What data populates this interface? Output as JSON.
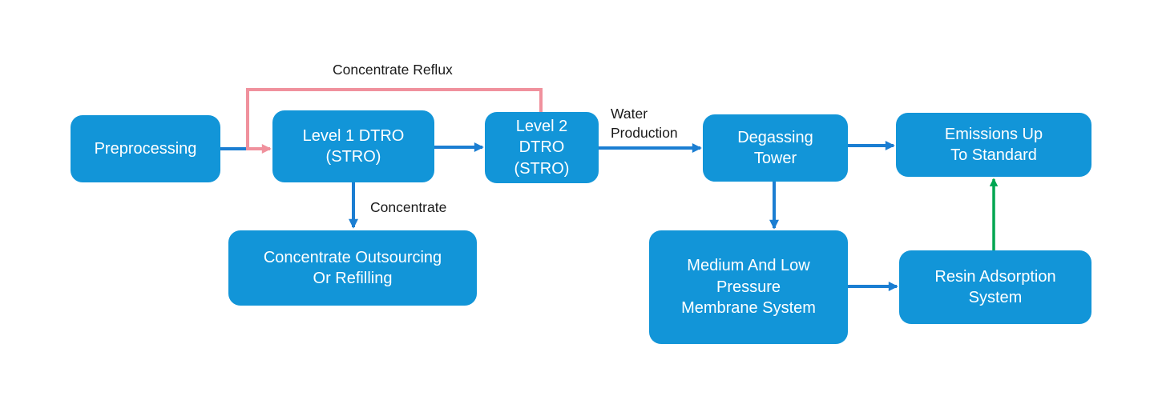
{
  "diagram": {
    "type": "flowchart",
    "colors": {
      "box_fill": "#1295d8",
      "box_text": "#ffffff",
      "arrow_blue": "#1b7ed2",
      "arrow_pink": "#f0919d",
      "arrow_green": "#00a651",
      "label_text": "#1a1a1a",
      "background": "#ffffff"
    },
    "nodes": [
      {
        "id": "preprocessing",
        "label": "Preprocessing"
      },
      {
        "id": "level1-dtro",
        "label": "Level 1 DTRO\n(STRO)"
      },
      {
        "id": "level2-dtro",
        "label": "Level 2\nDTRO\n(STRO)"
      },
      {
        "id": "degassing-tower",
        "label": "Degassing\nTower"
      },
      {
        "id": "emissions-up-to-standard",
        "label": "Emissions Up\nTo Standard"
      },
      {
        "id": "concentrate-outsourcing",
        "label": "Concentrate Outsourcing\nOr Refilling"
      },
      {
        "id": "membrane-system",
        "label": "Medium And Low\nPressure\nMembrane System"
      },
      {
        "id": "resin-adsorption",
        "label": "Resin Adsorption\nSystem"
      }
    ],
    "edge_labels": [
      {
        "id": "concentrate-reflux",
        "text": "Concentrate Reflux"
      },
      {
        "id": "concentrate",
        "text": "Concentrate"
      },
      {
        "id": "water-production",
        "text": "Water\nProduction"
      }
    ],
    "edges": [
      {
        "from": "preprocessing",
        "to": "level1-dtro",
        "color": "blue"
      },
      {
        "from": "level2-dtro",
        "to": "level1-dtro",
        "color": "pink",
        "label": "Concentrate Reflux"
      },
      {
        "from": "level1-dtro",
        "to": "level2-dtro",
        "color": "blue"
      },
      {
        "from": "level1-dtro",
        "to": "concentrate-outsourcing",
        "color": "blue",
        "label": "Concentrate"
      },
      {
        "from": "level2-dtro",
        "to": "degassing-tower",
        "color": "blue",
        "label": "Water Production"
      },
      {
        "from": "degassing-tower",
        "to": "emissions-up-to-standard",
        "color": "blue"
      },
      {
        "from": "degassing-tower",
        "to": "membrane-system",
        "color": "blue"
      },
      {
        "from": "membrane-system",
        "to": "resin-adsorption",
        "color": "blue"
      },
      {
        "from": "resin-adsorption",
        "to": "emissions-up-to-standard",
        "color": "green"
      }
    ]
  }
}
